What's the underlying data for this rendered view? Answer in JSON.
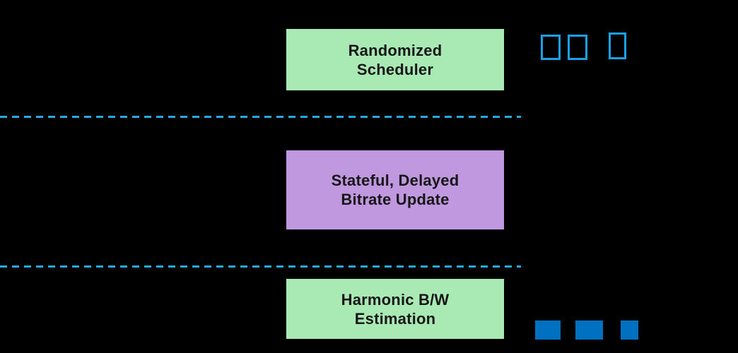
{
  "canvas": {
    "background": "#000000"
  },
  "colors": {
    "green_box": "#A9EAB4",
    "purple_box": "#BF98DF",
    "dash_blue": "#29A9E2",
    "outline_blue": "#1B9FE8",
    "block_blue": "#0070C0",
    "text": "#161616"
  },
  "modules": [
    {
      "id": "randomized-scheduler",
      "lines": [
        "Randomized",
        "Scheduler"
      ],
      "fill": "#A9EAB4"
    },
    {
      "id": "stateful-delayed-bitrate-update",
      "lines": [
        "Stateful, Delayed",
        "Bitrate Update"
      ],
      "fill": "#BF98DF"
    },
    {
      "id": "harmonic-bw-estimation",
      "lines": [
        "Harmonic B/W",
        "Estimation"
      ],
      "fill": "#A9EAB4"
    }
  ],
  "separators": [
    {
      "id": "separator-1",
      "style": "dashed",
      "color": "#29A9E2"
    },
    {
      "id": "separator-2",
      "style": "dashed",
      "color": "#29A9E2"
    }
  ],
  "decorations": {
    "outlined_glyph_boxes": {
      "count": 3,
      "stroke": "#1B9FE8",
      "description": "hollow placeholder glyph rectangles"
    },
    "solid_blue_blocks": {
      "count": 3,
      "fill": "#0070C0",
      "description": "solid blue rectangles"
    }
  }
}
